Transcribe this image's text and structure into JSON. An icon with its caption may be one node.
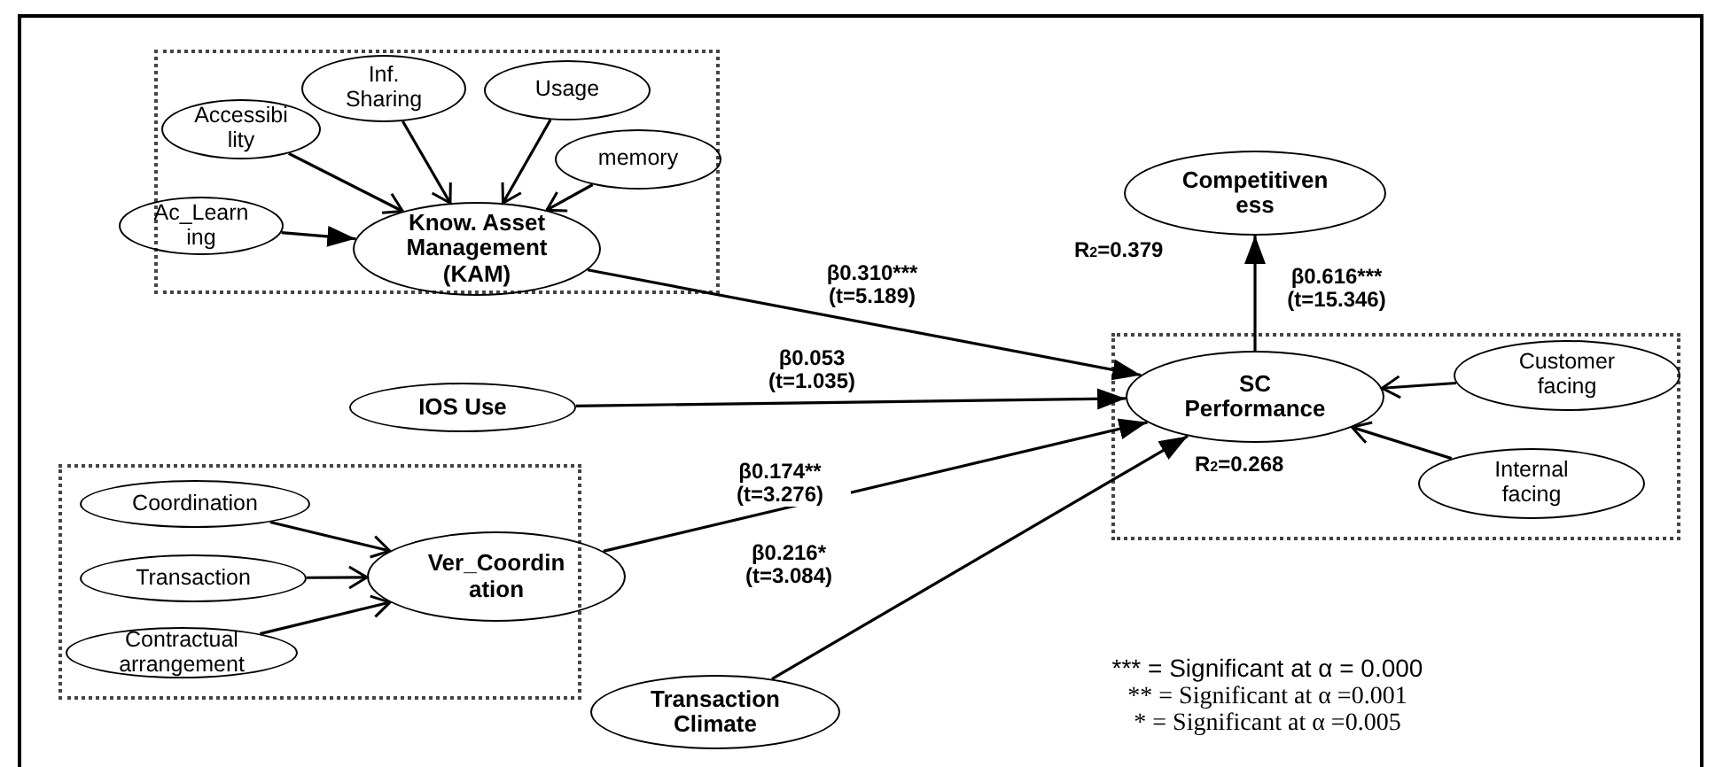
{
  "diagram": {
    "nodes": [
      {
        "text": [],
        "shape": "box"
      },
      {
        "text": [
          "Inf. Sharing"
        ],
        "in": 0
      },
      {
        "text": [
          "Usage"
        ],
        "in": 0
      },
      {
        "text": [
          "Accessibi lity"
        ],
        "in": 0
      },
      {
        "text": [
          "memory"
        ],
        "in": 0
      },
      {
        "text": [
          "Ac_Learn ing"
        ]
      },
      {
        "text": [
          "Know. Asset Management (KAM)"
        ],
        "in": 0
      },
      {
        "text": [
          "Competitiven ess"
        ],
        "beside": [
          "R$_{2}$=0.379"
        ]
      },
      {
        "text": [],
        "shape": "box"
      },
      {
        "text": [
          "IOS Use"
        ]
      },
      {
        "text": [
          "SC Performance"
        ],
        "in": 8,
        "beside": [
          "R$_{2}$=0.268"
        ]
      },
      {
        "text": [
          "Customer facing"
        ],
        "in": 8
      },
      {
        "text": [
          "Internal facing"
        ],
        "in": 8
      },
      {
        "text": [],
        "shape": "box"
      },
      {
        "text": [
          "Coordination"
        ],
        "in": 13
      },
      {
        "text": [
          "Ver_Coordin ation"
        ],
        "in": 13
      },
      {
        "text": [
          "Transaction"
        ],
        "in": 13
      },
      {
        "text": [
          "Contractual arrangement"
        ],
        "in": 13
      },
      {
        "text": [
          "Transaction Climate"
        ]
      }
    ],
    "edges": [
      {
        "from": 3,
        "to": 6,
        "arrow": "to"
      },
      {
        "from": 1,
        "to": 6,
        "arrow": "to"
      },
      {
        "from": 2,
        "to": 6,
        "arrow": "to"
      },
      {
        "from": 4,
        "to": 6,
        "arrow": "to"
      },
      {
        "from": 5,
        "to": 6,
        "arrow": "to"
      },
      {
        "from": 6,
        "to": 10,
        "arrow": "to",
        "label": "β0.310*** (t=5.189)"
      },
      {
        "from": 9,
        "to": 10,
        "arrow": "to",
        "label": "β0.053 (t=1.035)"
      },
      {
        "from": 15,
        "to": 10,
        "arrow": "to",
        "label": "β0.174** (t=3.276)"
      },
      {
        "from": 18,
        "to": 10,
        "arrow": "to",
        "label": "β0.216* (t=3.084)"
      },
      {
        "from": 10,
        "to": 7,
        "arrow": "to",
        "label": "β0.616*** (t=15.346)"
      },
      {
        "from": 11,
        "to": 10,
        "arrow": "to"
      },
      {
        "from": 12,
        "to": 10,
        "arrow": "to"
      },
      {
        "from": 14,
        "to": 15,
        "arrow": "to"
      },
      {
        "from": 16,
        "to": 15,
        "arrow": "to"
      },
      {
        "from": 17,
        "to": 15,
        "arrow": "to"
      }
    ],
    "labels": [
      "*** = Significant at α = 0.000",
      "** = Significant at α =0.001",
      "* = Significant at α =0.005"
    ]
  }
}
